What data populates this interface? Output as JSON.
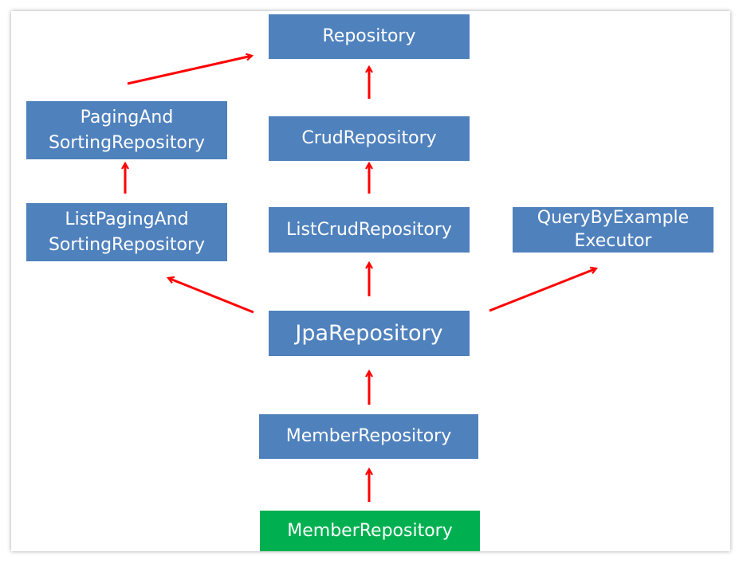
{
  "diagram": {
    "colors": {
      "box": "#4f81bd",
      "highlight": "#00b050",
      "arrow": "#ff0000",
      "text": "#ffffff"
    },
    "nodes": {
      "repository": "Repository",
      "paging_and_sorting_repository": "PagingAnd\nSortingRepository",
      "crud_repository": "CrudRepository",
      "list_paging_and_sorting_repository": "ListPagingAnd\nSortingRepository",
      "list_crud_repository": "ListCrudRepository",
      "query_by_example_executor": "QueryByExample\nExecutor",
      "jpa_repository": "JpaRepository",
      "member_repository_interface": "MemberRepository",
      "member_repository_impl": "MemberRepository"
    },
    "edges": [
      {
        "from": "paging_and_sorting_repository",
        "to": "repository"
      },
      {
        "from": "crud_repository",
        "to": "repository"
      },
      {
        "from": "list_paging_and_sorting_repository",
        "to": "paging_and_sorting_repository"
      },
      {
        "from": "list_crud_repository",
        "to": "crud_repository"
      },
      {
        "from": "jpa_repository",
        "to": "list_paging_and_sorting_repository"
      },
      {
        "from": "jpa_repository",
        "to": "list_crud_repository"
      },
      {
        "from": "jpa_repository",
        "to": "query_by_example_executor"
      },
      {
        "from": "member_repository_interface",
        "to": "jpa_repository"
      },
      {
        "from": "member_repository_impl",
        "to": "member_repository_interface"
      }
    ]
  }
}
